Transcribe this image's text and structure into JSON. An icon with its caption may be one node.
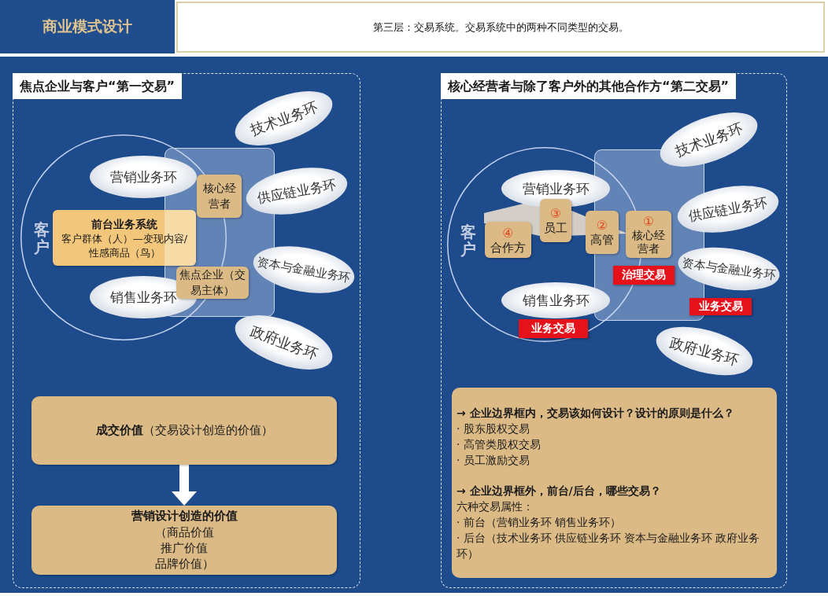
{
  "diagram": {
    "title": "商业模式设计",
    "nodes": [
      {
        "text": [
          "焦点企业与客户“第一交易”"
        ]
      },
      {
        "text": [
          "客户"
        ],
        "in": 0
      },
      {
        "text": [
          "技术业务环"
        ],
        "in": 0
      },
      {
        "text": [
          "营销业务环"
        ],
        "in": 1
      },
      {
        "text": [
          "核心经营者"
        ],
        "in": 0
      },
      {
        "text": [
          "供应链业务环"
        ],
        "in": 0
      },
      {
        "text": [
          "前台业务系统",
          "客户群体（人）—变现内容/性感商品（鸟）"
        ],
        "in": 1
      },
      {
        "text": [
          "资本与金融业务环"
        ],
        "in": 0
      },
      {
        "text": [
          "焦点企业（交易主体）"
        ],
        "in": 0
      },
      {
        "text": [
          "销售业务环"
        ],
        "in": 1
      },
      {
        "text": [
          "政府业务环"
        ],
        "in": 0
      },
      {
        "text": [
          "**成交价值**（交易设计创造的价值）"
        ],
        "in": 0
      },
      {
        "text": [
          "营销设计创造的价值",
          "（商品价值",
          "推广价值",
          "品牌价值）"
        ],
        "in": 0
      },
      {
        "text": [
          "核心经营者与除了客户外的其他合作方“第二交易”"
        ]
      },
      {
        "text": [
          "客户"
        ],
        "in": 13
      },
      {
        "text": [
          "技术业务环"
        ],
        "in": 13
      },
      {
        "text": [
          "营销业务环"
        ],
        "in": 14
      },
      {
        "text": [
          "供应链业务环"
        ],
        "in": 13
      },
      {
        "text": [
          "③",
          "员工"
        ],
        "in": 14
      },
      {
        "text": [
          "④",
          "合作方"
        ],
        "in": 14
      },
      {
        "text": [
          "②",
          "高管"
        ],
        "in": 14
      },
      {
        "text": [
          "①",
          "核心经营者"
        ],
        "in": 13
      },
      {
        "text": [
          "治理交易"
        ],
        "in": 13
      },
      {
        "text": [
          "资本与金融业务环"
        ],
        "in": 13
      },
      {
        "text": [
          "业务交易"
        ],
        "in": 13
      },
      {
        "text": [
          "销售业务环"
        ],
        "in": 14
      },
      {
        "text": [
          "业务交易"
        ],
        "in": 14
      },
      {
        "text": [
          "政府业务环"
        ],
        "in": 13
      },
      {
        "text": [
          "→ 企业边界框内，交易该如何设计？设计的原则是什么？",
          "· 股东股权交易",
          "· 高管类股权交易",
          "· 员工激励交易",
          "→ 企业边界框外，前台/后台，哪些交易？",
          "六种交易属性：",
          "· 前台（营销业务环 销售业务环）",
          "· 后台（技术业务环 供应链业务环 资本与金融业务环 政府业务环）"
        ],
        "in": 13
      }
    ],
    "edges": [
      {
        "from": 11,
        "to": 12,
        "arrow": "to"
      }
    ],
    "labels": [
      "第三层：交易系统。交易系统中的两种不同类型的交易。"
    ]
  }
}
